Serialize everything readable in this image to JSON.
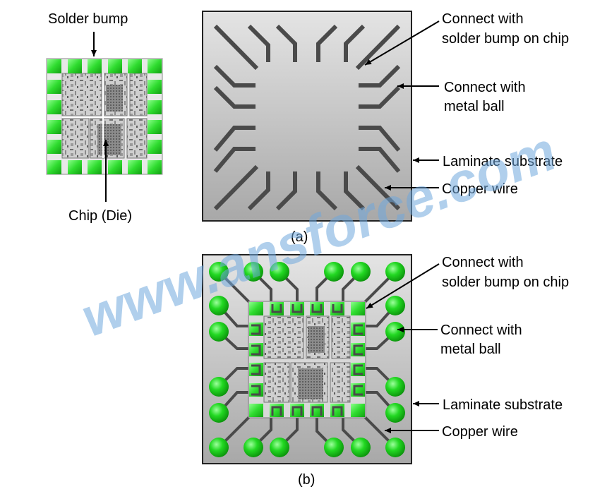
{
  "labels": {
    "solder_bump": "Solder bump",
    "chip_die": "Chip (Die)",
    "connect_solder_line1": "Connect with",
    "connect_solder_line2": "solder bump on chip",
    "connect_ball_line1": "Connect with",
    "connect_ball_line2": "metal ball",
    "laminate": "Laminate substrate",
    "copper": "Copper wire"
  },
  "captions": {
    "a": "(a)",
    "b": "(b)"
  },
  "watermark": "www.ansforce.com",
  "colors": {
    "bump_green": "#22dd22",
    "ball_green": "#11cc11",
    "substrate_top": "#e2e2e2",
    "substrate_bottom": "#a9a9a9",
    "copper_wire": "#4a4a4a",
    "watermark_blue": "#6fa8dc"
  }
}
